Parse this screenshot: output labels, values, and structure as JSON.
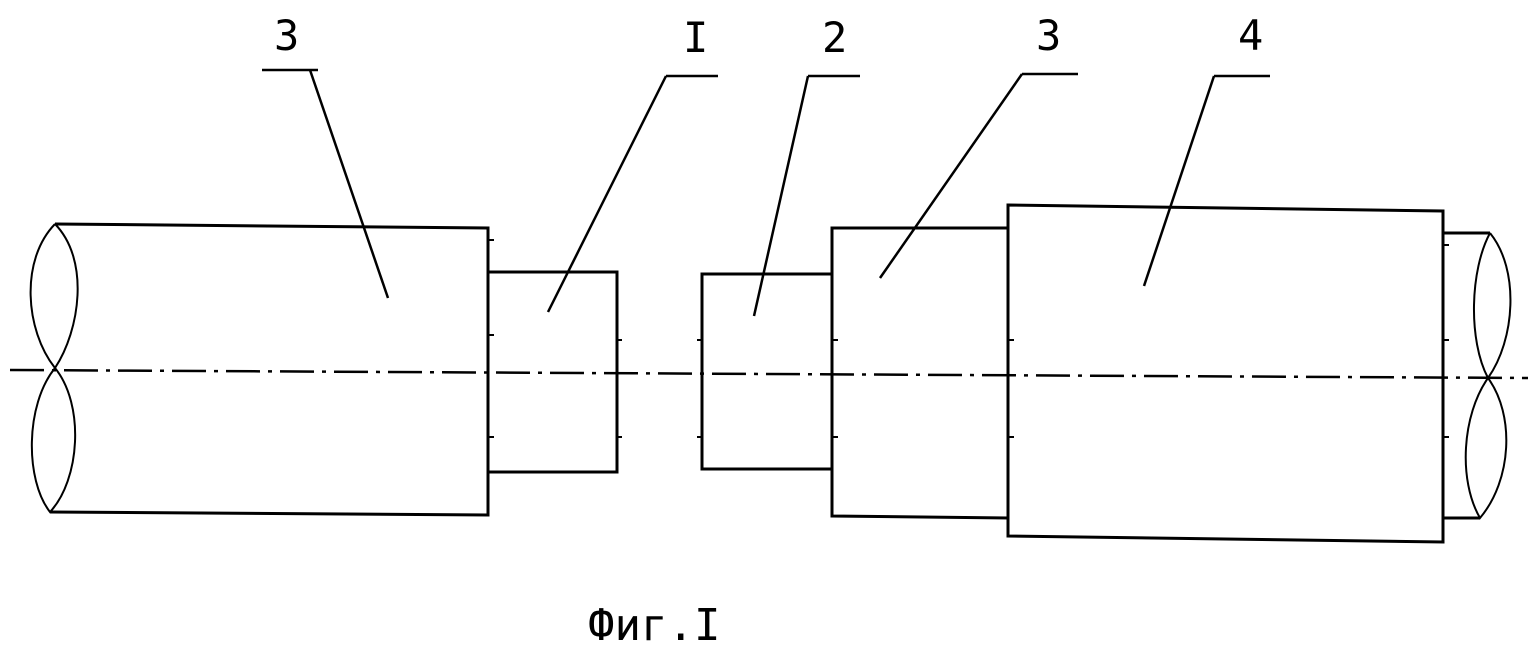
{
  "labels": {
    "part_3_left": "3",
    "part_1": "I",
    "part_2": "2",
    "part_3_right": "3",
    "part_4": "4"
  },
  "caption": "Фиг.I"
}
